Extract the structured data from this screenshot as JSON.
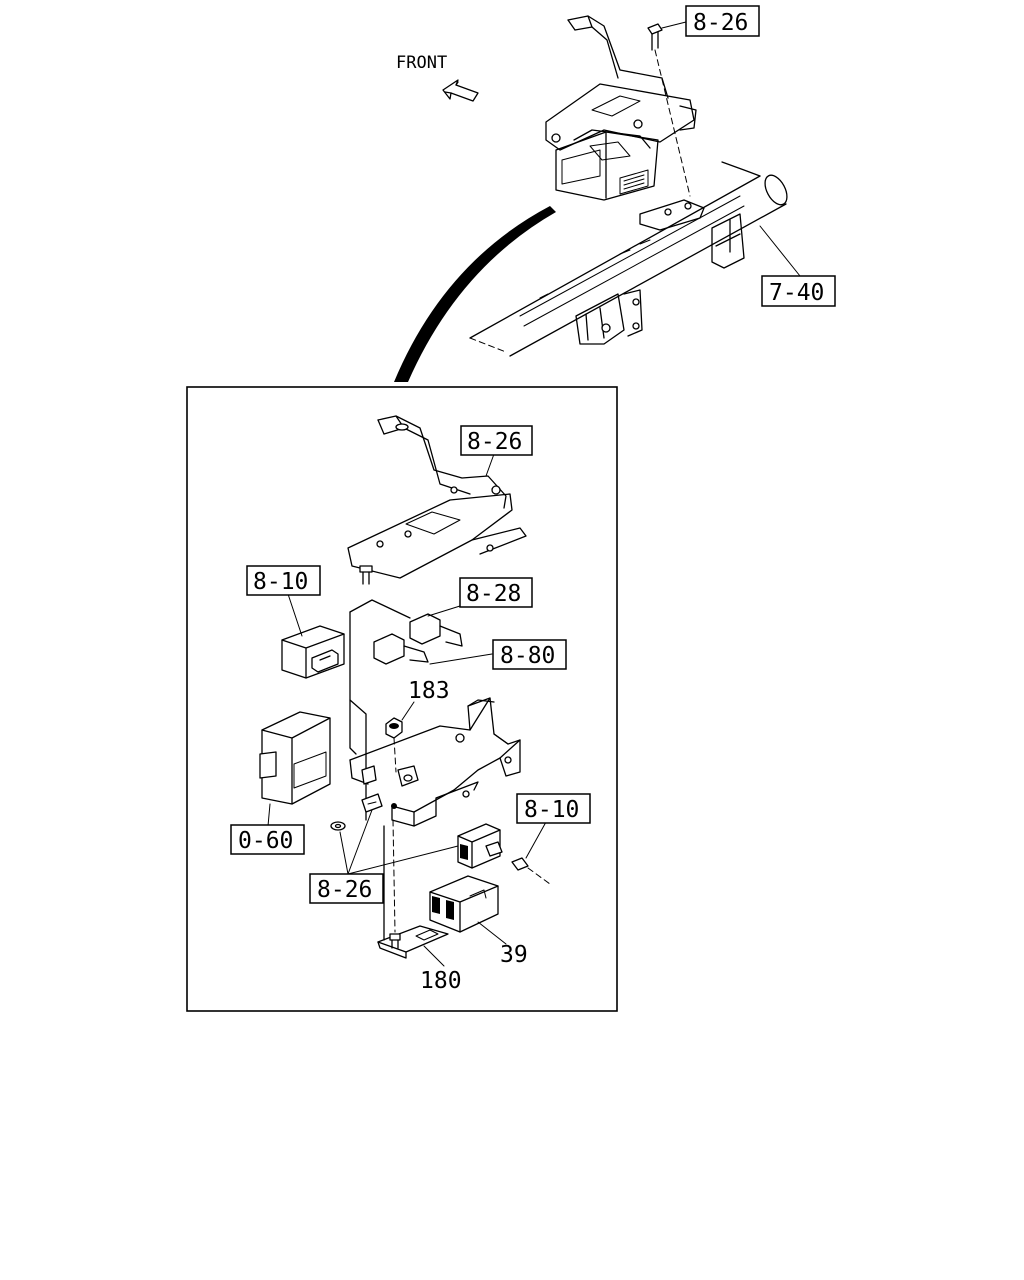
{
  "direction": {
    "text": "FRONT",
    "icon": "arrow-front-icon"
  },
  "overview": {
    "callouts": [
      {
        "id": "overview-bolt",
        "text": "8-26"
      },
      {
        "id": "crossmember",
        "text": "7-40"
      }
    ]
  },
  "detail": {
    "callouts": [
      {
        "id": "upper-bracket",
        "text": "8-26"
      },
      {
        "id": "relay-upper",
        "text": "8-28"
      },
      {
        "id": "connector-a",
        "text": "8-80"
      },
      {
        "id": "connector-b",
        "text": "8-10"
      },
      {
        "id": "nut",
        "text": "183"
      },
      {
        "id": "connector-c",
        "text": "8-10"
      },
      {
        "id": "control-unit",
        "text": "0-60"
      },
      {
        "id": "lower-fasteners",
        "text": "8-26"
      },
      {
        "id": "relay-cover",
        "text": "39"
      },
      {
        "id": "small-bracket",
        "text": "180"
      }
    ]
  }
}
